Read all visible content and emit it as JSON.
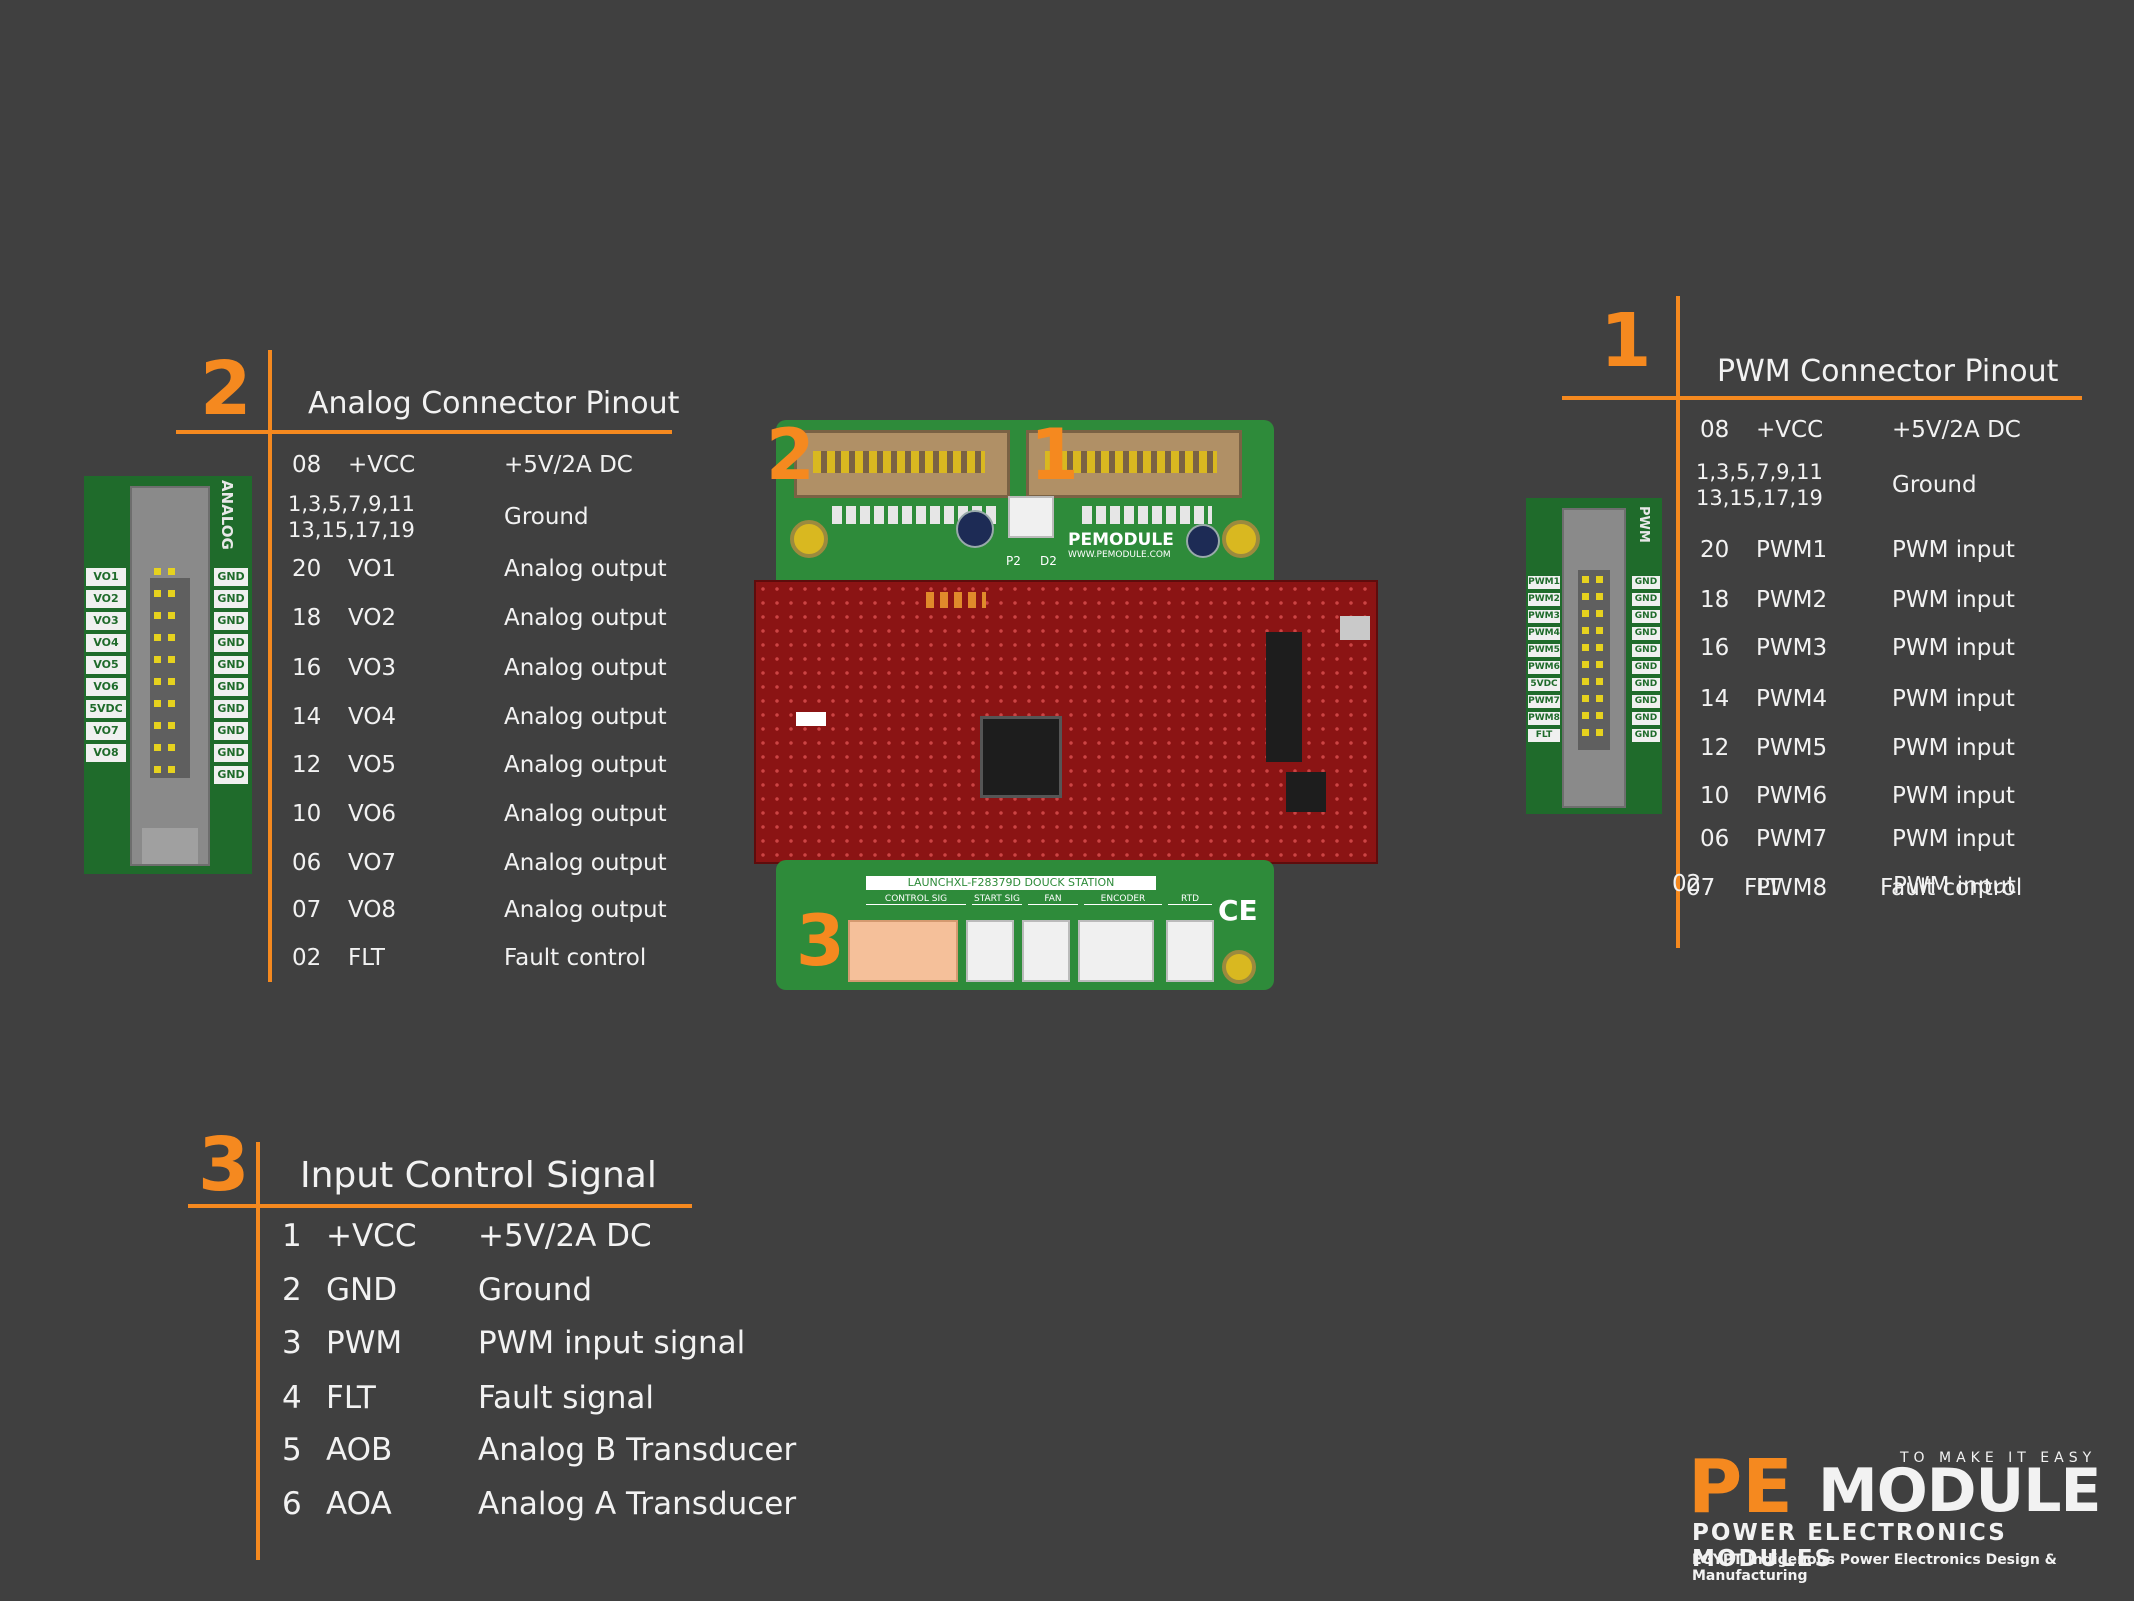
{
  "colors": {
    "background": "#404040",
    "accent": "#f5891f",
    "text": "#f2f2f2",
    "pcb_green": "#2e8b3a",
    "pcb_red": "#8b1414"
  },
  "analog": {
    "number": "2",
    "title": "Analog Connector Pinout",
    "connector_label": "ANALOG",
    "rows": [
      {
        "pin": "08",
        "name": "+VCC",
        "desc": "+5V/2A  DC"
      },
      {
        "pin": "1,3,5,7,9,11\n13,15,17,19",
        "name": "",
        "desc": "Ground"
      },
      {
        "pin": "20",
        "name": "VO1",
        "desc": "Analog output"
      },
      {
        "pin": "18",
        "name": "VO2",
        "desc": "Analog output"
      },
      {
        "pin": "16",
        "name": "VO3",
        "desc": "Analog output"
      },
      {
        "pin": "14",
        "name": "VO4",
        "desc": "Analog output"
      },
      {
        "pin": "12",
        "name": "VO5",
        "desc": "Analog output"
      },
      {
        "pin": "10",
        "name": "VO6",
        "desc": "Analog output"
      },
      {
        "pin": "06",
        "name": "VO7",
        "desc": "Analog output"
      },
      {
        "pin": "07",
        "name": "VO8",
        "desc": "Analog output"
      },
      {
        "pin": "02",
        "name": "FLT",
        "desc": "Fault control"
      }
    ],
    "left_labels": [
      "VO1",
      "VO2",
      "VO3",
      "VO4",
      "VO5",
      "VO6",
      "5VDC",
      "VO7",
      "VO8"
    ],
    "right_labels": [
      "GND",
      "GND",
      "GND",
      "GND",
      "GND",
      "GND",
      "GND",
      "GND",
      "GND",
      "GND"
    ]
  },
  "pwm": {
    "number": "1",
    "title": "PWM Connector Pinout",
    "connector_label": "PWM",
    "rows": [
      {
        "pin": "08",
        "name": "+VCC",
        "desc": "+5V/2A  DC"
      },
      {
        "pin": "1,3,5,7,9,11\n13,15,17,19",
        "name": "",
        "desc": "Ground"
      },
      {
        "pin": "20",
        "name": "PWM1",
        "desc": "PWM input"
      },
      {
        "pin": "18",
        "name": "PWM2",
        "desc": "PWM input"
      },
      {
        "pin": "16",
        "name": "PWM3",
        "desc": "PWM input"
      },
      {
        "pin": "14",
        "name": "PWM4",
        "desc": "PWM input"
      },
      {
        "pin": "12",
        "name": "PWM5",
        "desc": "PWM input"
      },
      {
        "pin": "10",
        "name": "PWM6",
        "desc": "PWM input"
      },
      {
        "pin": "06",
        "name": "PWM7",
        "desc": "PWM input"
      }
    ],
    "overlap_row": {
      "pin_a": "07",
      "pin_b": "02",
      "name_a": "PWM8",
      "name_b": "FLT",
      "desc_a": "PWM input",
      "desc_b": "Fault control"
    },
    "left_labels": [
      "PWM1",
      "PWM2",
      "PWM3",
      "PWM4",
      "PWM5",
      "PWM6",
      "5VDC",
      "PWM7",
      "PWM8",
      "FLT"
    ],
    "right_labels": [
      "GND",
      "GND",
      "GND",
      "GND",
      "GND",
      "GND",
      "GND",
      "GND",
      "GND",
      "GND"
    ]
  },
  "input": {
    "number": "3",
    "title": "Input Control Signal",
    "rows": [
      {
        "pin": "1",
        "name": "+VCC",
        "desc": "+5V/2A  DC"
      },
      {
        "pin": "2",
        "name": "GND",
        "desc": "Ground"
      },
      {
        "pin": "3",
        "name": "PWM",
        "desc": "PWM input signal"
      },
      {
        "pin": "4",
        "name": "FLT",
        "desc": "Fault signal"
      },
      {
        "pin": "5",
        "name": "AOB",
        "desc": "Analog B Transducer"
      },
      {
        "pin": "6",
        "name": "AOA",
        "desc": "Analog A Transducer"
      }
    ]
  },
  "board": {
    "markers": [
      "2",
      "1",
      "3"
    ],
    "silk_brand": "PEMODULE",
    "silk_url": "WWW.PEMODULE.COM",
    "silk_station": "LAUNCHXL-F28379D DOUCK STATION",
    "silk_headers": [
      "CONTROL SIG",
      "START SIG",
      "FAN",
      "ENCODER",
      "RTD"
    ],
    "silk_p2": "P2",
    "silk_d2": "D2",
    "ce_mark": "CE"
  },
  "logo": {
    "tagline": "TO MAKE IT EASY",
    "brand_pe": "PE",
    "brand_module": "MODULE",
    "subtitle": "POWER ELECTRONICS MODULES",
    "strapline": "EGYPT Indigenous Power Electronics Design & Manufacturing"
  }
}
